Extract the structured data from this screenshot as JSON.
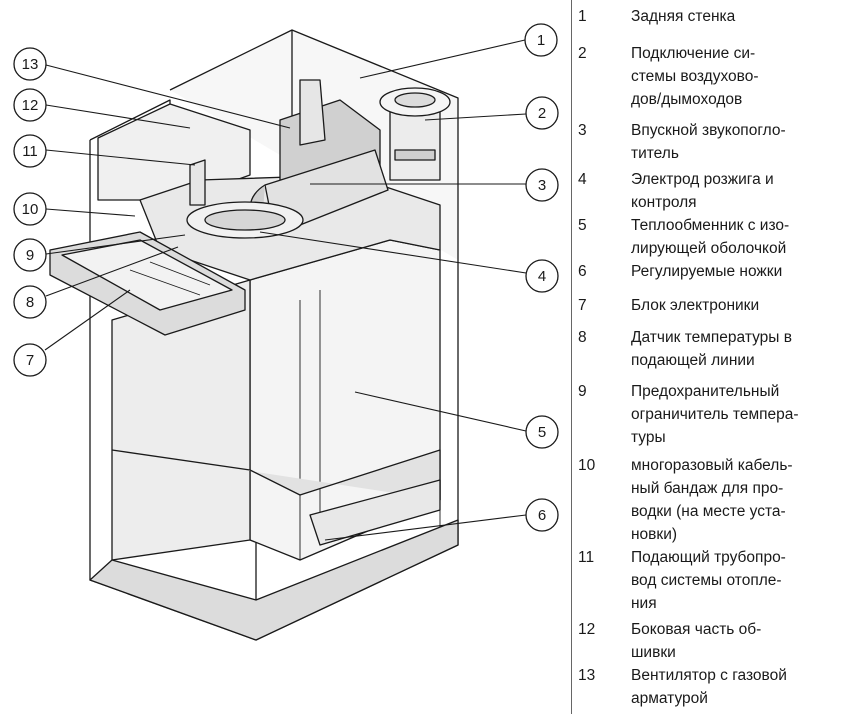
{
  "callouts": [
    {
      "id": "1",
      "label": "Задняя стенка"
    },
    {
      "id": "2",
      "label": "Подключение си-\nстемы воздухово-\nдов/дымоходов"
    },
    {
      "id": "3",
      "label": "Впускной звукопогло-\nтитель"
    },
    {
      "id": "4",
      "label": "Электрод розжига и\nконтроля"
    },
    {
      "id": "5",
      "label": "Теплообменник с изо-\nлирующей оболочкой"
    },
    {
      "id": "6",
      "label": "Регулируемые ножки"
    },
    {
      "id": "7",
      "label": "Блок электроники"
    },
    {
      "id": "8",
      "label": "Датчик температуры в\nподающей линии"
    },
    {
      "id": "9",
      "label": "Предохранительный\nограничитель темпера-\nтуры"
    },
    {
      "id": "10",
      "label": "многоразовый кабель-\nный бандаж для про-\nводки (на месте уста-\nновки)"
    },
    {
      "id": "11",
      "label": "Подающий трубопро-\nвод системы отопле-\nния"
    },
    {
      "id": "12",
      "label": "Боковая часть об-\nшивки"
    },
    {
      "id": "13",
      "label": "Вентилятор с газовой\nарматурой"
    }
  ],
  "colors": {
    "line": "#1a1a1a",
    "panel": "#f3f3f3",
    "shade": "#dcdcdc",
    "dark": "#9a9a9a"
  }
}
